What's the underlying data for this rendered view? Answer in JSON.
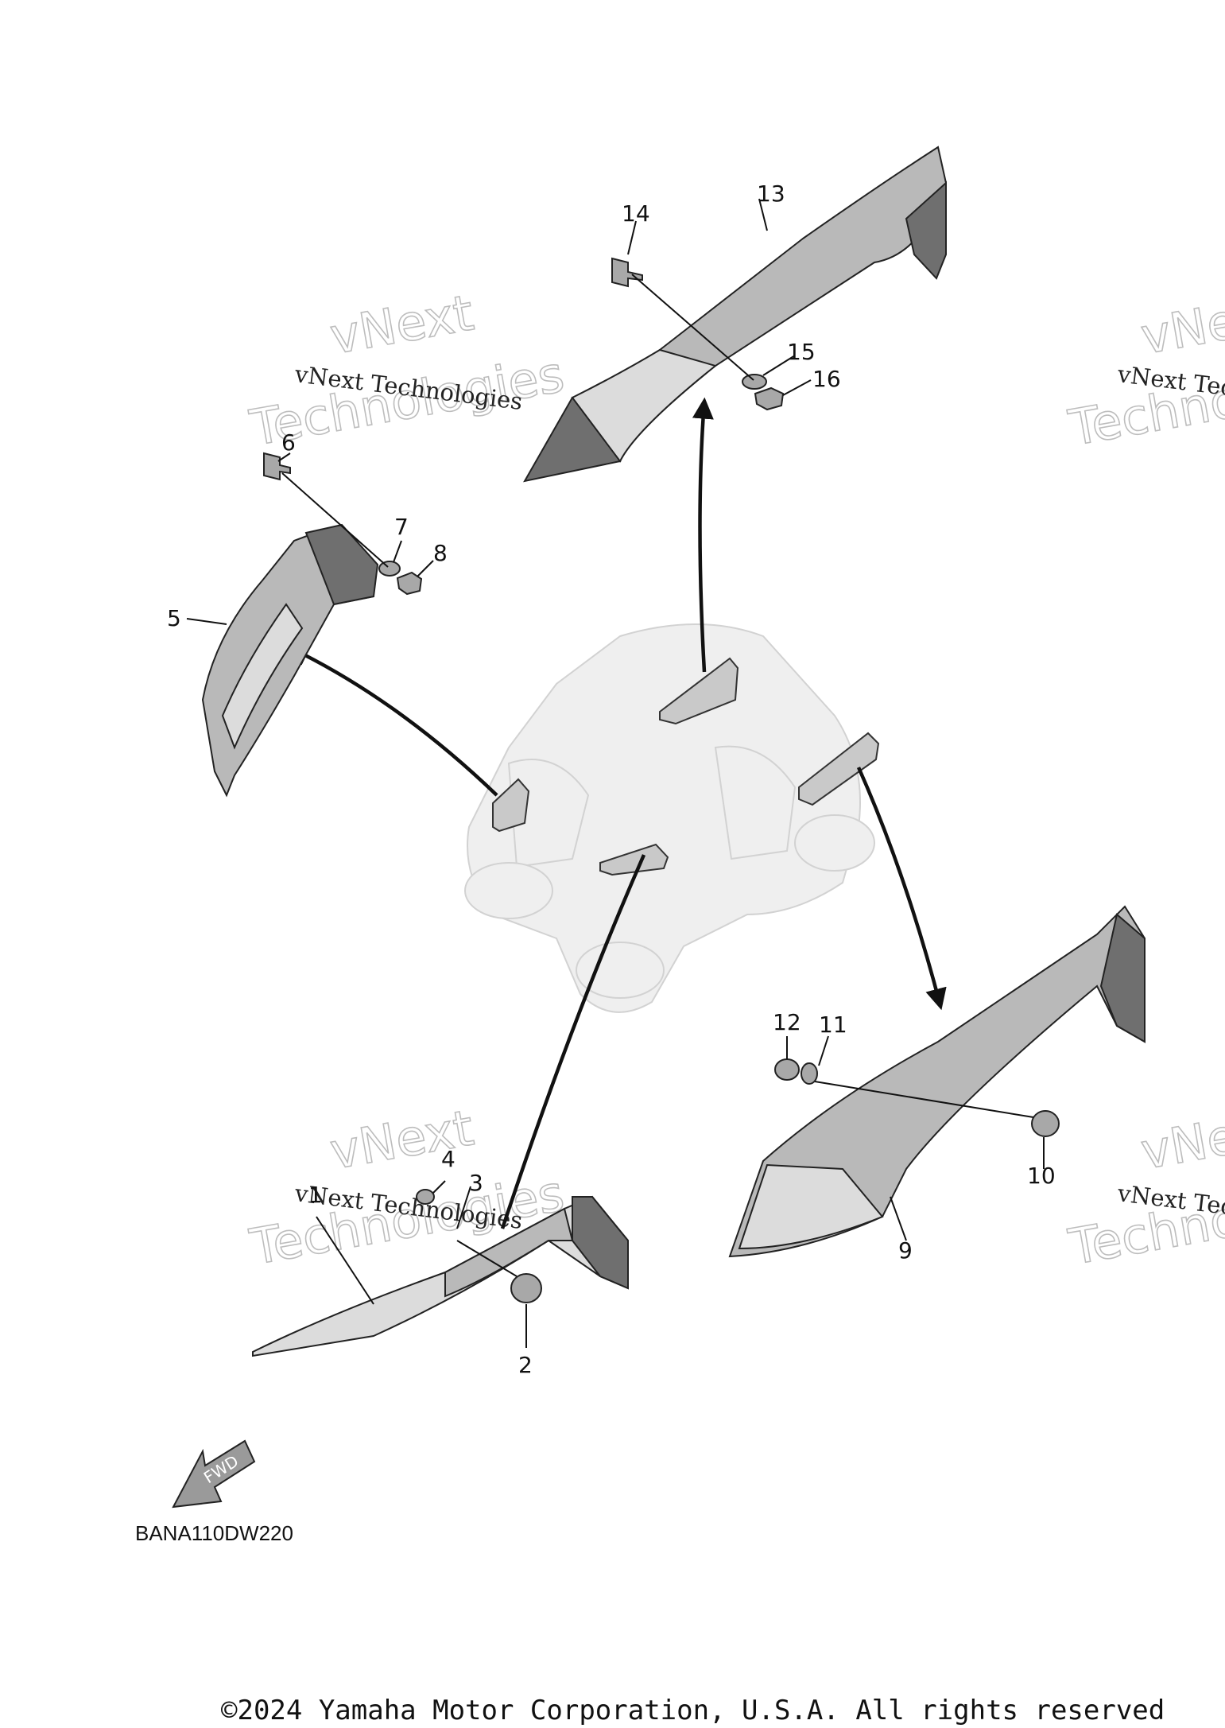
{
  "callouts": {
    "p1": "1",
    "p2": "2",
    "p3": "3",
    "p4": "4",
    "p5": "5",
    "p6": "6",
    "p7": "7",
    "p8": "8",
    "p9": "9",
    "p10": "10",
    "p11": "11",
    "p12": "12",
    "p13": "13",
    "p14": "14",
    "p15": "15",
    "p16": "16"
  },
  "watermark": {
    "small_text": "vNext Technologies",
    "big_line1": "vNext",
    "big_line2": "Technologies"
  },
  "fwd_label": "FWD",
  "diagram_code": "BANA110DW220",
  "copyright": "©2024 Yamaha Motor Corporation, U.S.A. All rights reserved"
}
